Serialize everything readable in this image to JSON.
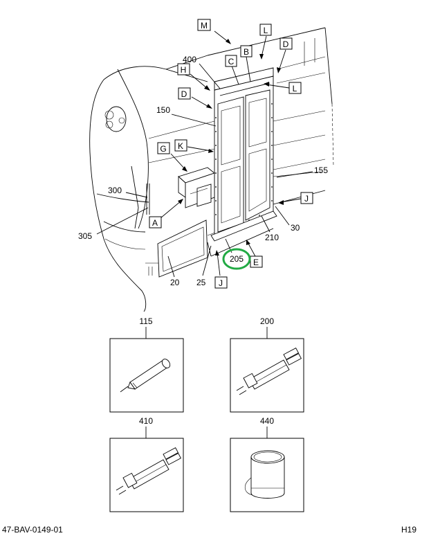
{
  "callouts": {
    "M": "M",
    "L1": "L",
    "D1": "D",
    "B": "B",
    "C": "C",
    "H": "H",
    "L2": "L",
    "D2": "D",
    "K": "K",
    "G": "G",
    "A": "A",
    "J1": "J",
    "E": "E",
    "J2": "J"
  },
  "numbers": {
    "n400": "400",
    "n150": "150",
    "n155": "155",
    "n300": "300",
    "n305": "305",
    "n30": "30",
    "n210": "210",
    "n205": "205",
    "n25": "25",
    "n20": "20"
  },
  "kits": {
    "k115": "115",
    "k200": "200",
    "k410": "410",
    "k440": "440"
  },
  "highlight_color": "#22aa44",
  "footer": {
    "doc_id": "47-BAV-0149-01",
    "page": "H19"
  }
}
